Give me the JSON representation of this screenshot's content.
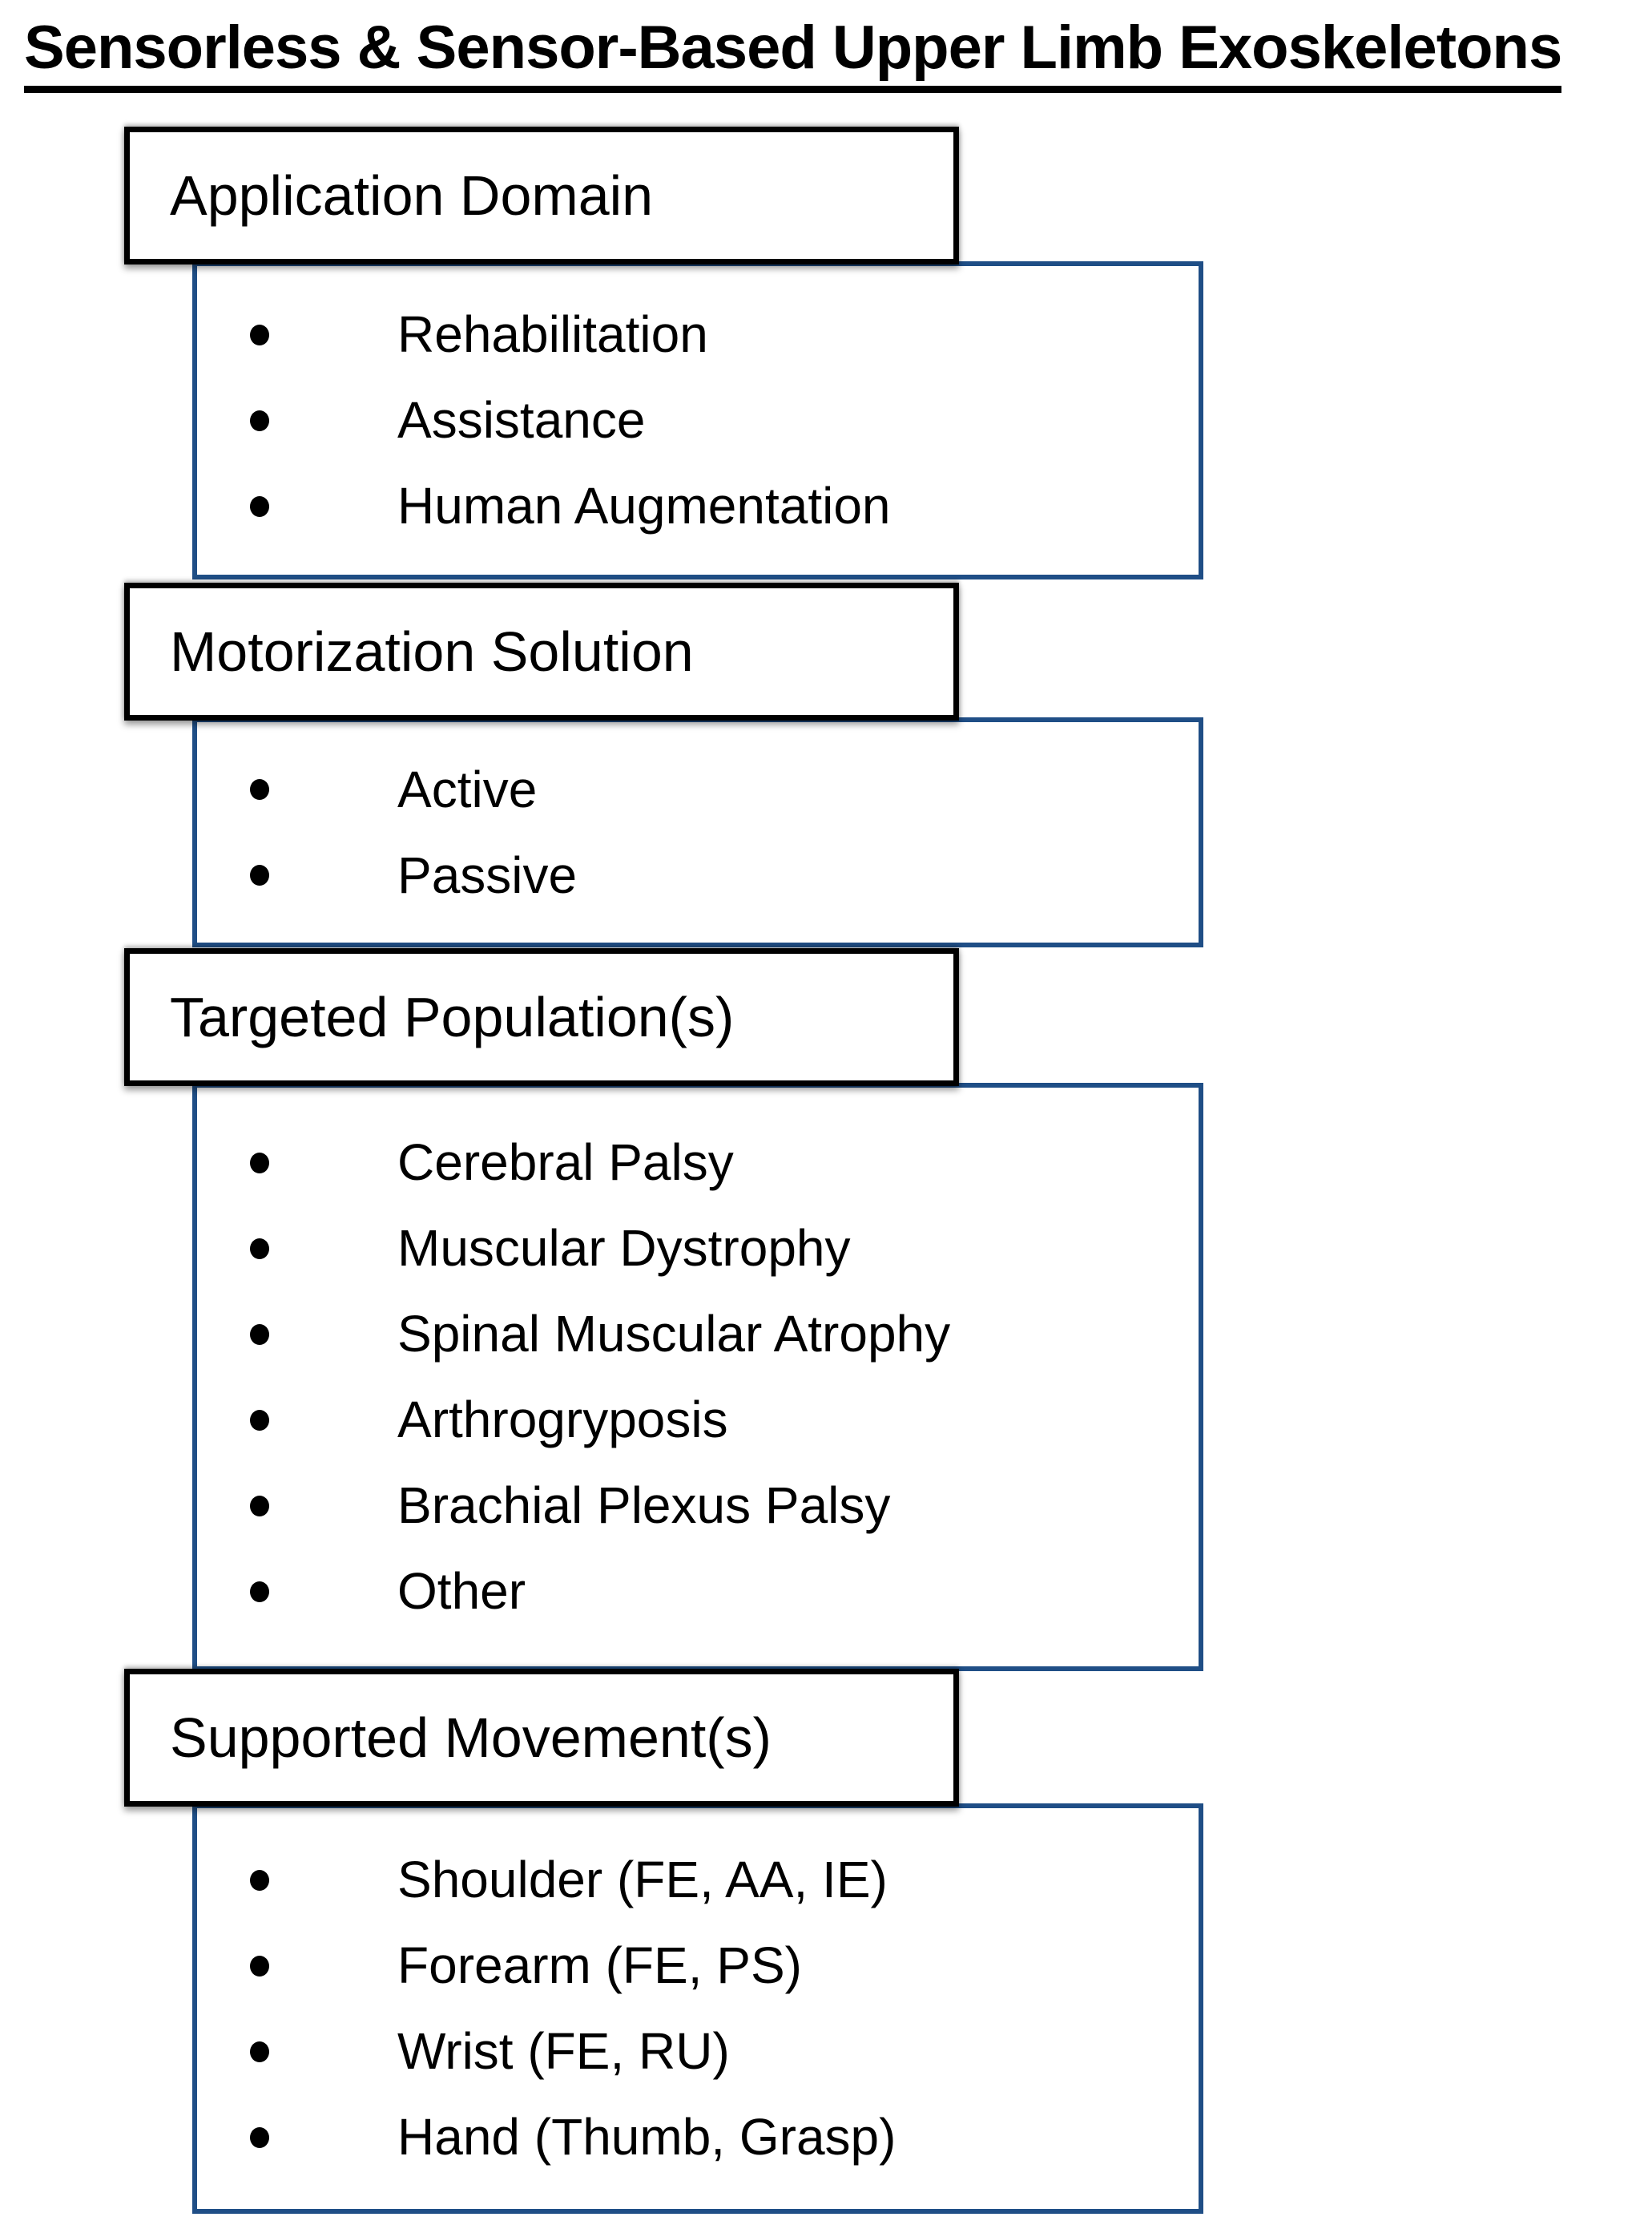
{
  "title": "Sensorless & Sensor-Based Upper Limb Exoskeletons",
  "colors": {
    "header_box_border": "#000000",
    "list_box_border": "#1f4e86",
    "text": "#000000",
    "background": "#ffffff"
  },
  "sections": [
    {
      "id": "application-domain",
      "header": "Application Domain",
      "items": [
        "Rehabilitation",
        "Assistance",
        "Human Augmentation"
      ]
    },
    {
      "id": "motorization-solution",
      "header": "Motorization Solution",
      "items": [
        "Active",
        "Passive"
      ]
    },
    {
      "id": "targeted-populations",
      "header": "Targeted Population(s)",
      "items": [
        "Cerebral Palsy",
        "Muscular Dystrophy",
        "Spinal Muscular Atrophy",
        "Arthrogryposis",
        "Brachial Plexus Palsy",
        "Other"
      ]
    },
    {
      "id": "supported-movements",
      "header": "Supported Movement(s)",
      "items": [
        "Shoulder (FE, AA, IE)",
        "Forearm (FE, PS)",
        "Wrist (FE, RU)",
        "Hand (Thumb, Grasp)"
      ]
    }
  ]
}
